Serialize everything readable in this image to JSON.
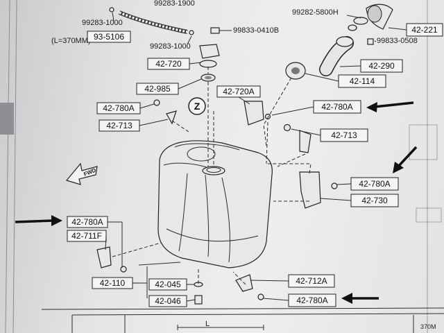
{
  "diagram": {
    "top_labels": {
      "hose_length": "(L=370MM)",
      "bolt_top_left": "99283-1000",
      "bolt_top_mid": "99283-1900",
      "bolt_mid": "99283-1000",
      "bolt_center": "99833-0410B",
      "clamp_right": "99282-5800H",
      "bolt_right": "99833-0508"
    },
    "part_boxes": [
      {
        "id": "93-5106"
      },
      {
        "id": "42-720"
      },
      {
        "id": "42-985"
      },
      {
        "id": "42-720A"
      },
      {
        "id": "42-780A"
      },
      {
        "id": "42-713"
      },
      {
        "id": "42-780A"
      },
      {
        "id": "42-713"
      },
      {
        "id": "42-221"
      },
      {
        "id": "42-290"
      },
      {
        "id": "42-114"
      },
      {
        "id": "42-780A"
      },
      {
        "id": "42-730"
      },
      {
        "id": "42-780A"
      },
      {
        "id": "42-711F"
      },
      {
        "id": "42-110"
      },
      {
        "id": "42-045"
      },
      {
        "id": "42-046"
      },
      {
        "id": "42-712A"
      },
      {
        "id": "42-780A"
      }
    ],
    "fwd_label": "FWD",
    "z_marker": "Z",
    "bottom_table_dim": "L",
    "bottom_right_note": "370M"
  }
}
